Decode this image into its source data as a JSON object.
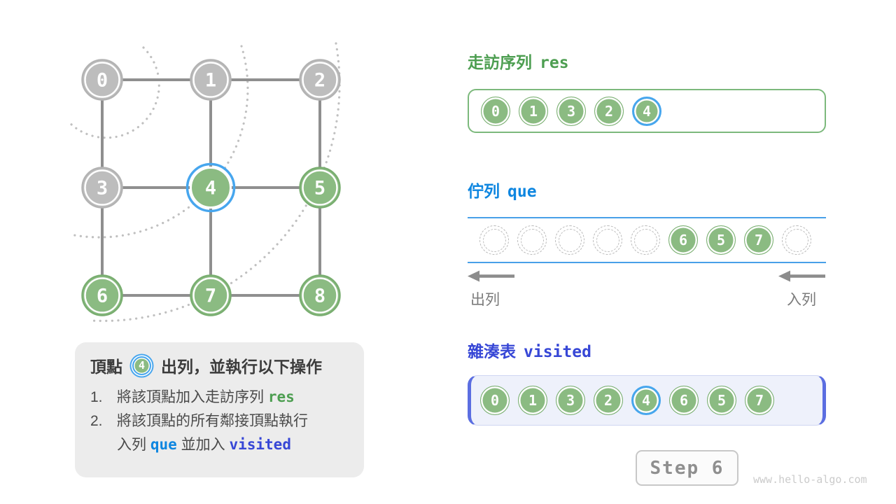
{
  "colors": {
    "green": "#8bbb82",
    "green-ring": "#79ae70",
    "gray": "#bdbdbd",
    "gray-ring": "#b3b3b3",
    "blue": "#47a6ee",
    "edge": "#8f8f8f",
    "arc": "#c0c0c0",
    "h-green": "#4d9e51",
    "h-blue": "#0e86e0",
    "indigo": "#3747d6",
    "box-green": "#7cb97c",
    "qline": "#49a0e8",
    "lavender": "#eef1fb",
    "bracket": "#5b6ee1",
    "info-bg": "#ececec"
  },
  "graph": {
    "nodes": [
      {
        "v": "0",
        "state": "visited"
      },
      {
        "v": "1",
        "state": "visited"
      },
      {
        "v": "2",
        "state": "visited"
      },
      {
        "v": "3",
        "state": "visited"
      },
      {
        "v": "4",
        "state": "current"
      },
      {
        "v": "5",
        "state": "frontier"
      },
      {
        "v": "6",
        "state": "frontier"
      },
      {
        "v": "7",
        "state": "frontier"
      },
      {
        "v": "8",
        "state": "frontier"
      }
    ],
    "edges": [
      [
        0,
        1
      ],
      [
        1,
        2
      ],
      [
        3,
        4
      ],
      [
        4,
        5
      ],
      [
        6,
        7
      ],
      [
        7,
        8
      ],
      [
        0,
        3
      ],
      [
        3,
        6
      ],
      [
        1,
        4
      ],
      [
        4,
        7
      ],
      [
        2,
        5
      ],
      [
        5,
        8
      ]
    ]
  },
  "info_box": {
    "title_prefix": "頂點",
    "badge": "4",
    "title_suffix": "出列，並執行以下操作",
    "step1_num": "1.",
    "step1_text": "將該頂點加入走訪序列",
    "step1_code": "res",
    "step2_num": "2.",
    "step2_text": "將該頂點的所有鄰接頂點執行",
    "step2b_pre": "入列",
    "step2b_code1": "que",
    "step2b_mid": "並加入",
    "step2b_code2": "visited"
  },
  "res_section": {
    "title": "走訪序列",
    "code": "res",
    "items": [
      {
        "v": "0"
      },
      {
        "v": "1"
      },
      {
        "v": "3"
      },
      {
        "v": "2"
      },
      {
        "v": "4",
        "current": true
      }
    ]
  },
  "queue_section": {
    "title": "佇列",
    "code": "que",
    "slots": [
      {},
      {},
      {},
      {},
      {},
      {
        "v": "6"
      },
      {
        "v": "5"
      },
      {
        "v": "7"
      },
      {}
    ],
    "out_label": "出列",
    "in_label": "入列"
  },
  "visited_section": {
    "title": "雜湊表",
    "code": "visited",
    "items": [
      {
        "v": "0"
      },
      {
        "v": "1"
      },
      {
        "v": "3"
      },
      {
        "v": "2"
      },
      {
        "v": "4",
        "current": true
      },
      {
        "v": "6"
      },
      {
        "v": "5"
      },
      {
        "v": "7"
      }
    ]
  },
  "footer": {
    "step_label": "Step 6",
    "watermark": "www.hello-algo.com"
  }
}
